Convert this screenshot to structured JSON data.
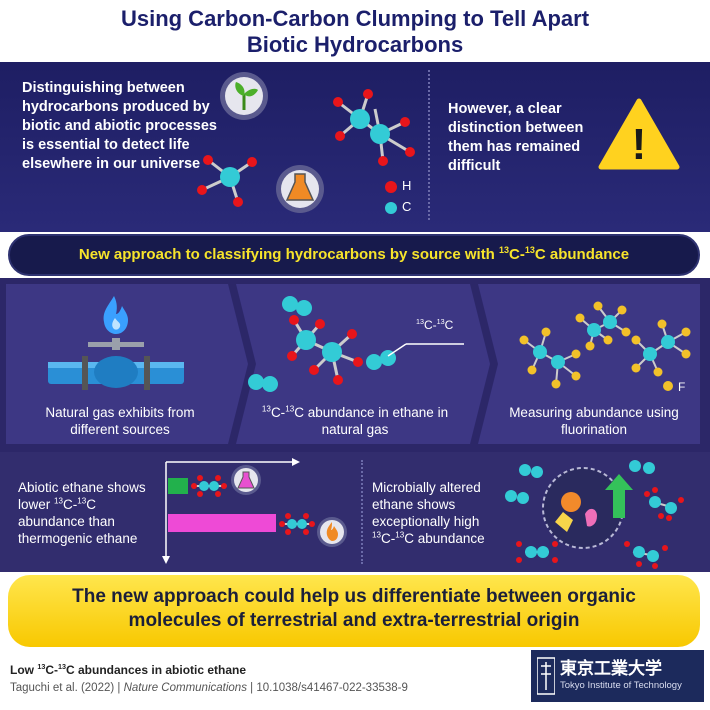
{
  "title": {
    "line1": "Using Carbon-Carbon Clumping to Tell Apart",
    "line2": "Biotic Hydrocarbons"
  },
  "top": {
    "intro": "Distinguishing between hydrocarbons produced by biotic and abiotic processes is essential to detect life elsewhere in our universe",
    "however": "However, a clear distinction between them has remained difficult",
    "legend_h": "H",
    "legend_c": "C",
    "warning_glyph": "!"
  },
  "banner": {
    "prefix": "New approach to classifying hydrocarbons by source with ",
    "iso1": "13",
    "mid": "C-",
    "iso2": "13",
    "suffix": "C abundance"
  },
  "steps": {
    "s1": "Natural gas exhibits from different sources",
    "s2_label_iso1": "13",
    "s2_label_mid": "C-",
    "s2_label_iso2": "13",
    "s2_label_c": "C",
    "s2_a": "C-",
    "s2_b": "C abundance in ethane in natural gas",
    "s3": "Measuring abundance using fluorination",
    "legend_f": "F"
  },
  "lower": {
    "left_1": "Abiotic ethane shows lower ",
    "left_2": "C-",
    "left_3": "C abundance than thermogenic ethane",
    "right_1": "Microbially altered ethane shows exceptionally high ",
    "right_2": "C-",
    "right_3": "C abundance",
    "iso": "13"
  },
  "conclusion": {
    "line1": "The new approach could help us differentiate between organic",
    "line2": "molecules of terrestrial and extra-terrestrial origin"
  },
  "citation": {
    "title_pre": "Low ",
    "title_mid": "C-",
    "title_post": "C abundances in abiotic ethane",
    "authors": "Taguchi et al. (2022)",
    "journal": "Nature Communications",
    "doi": "10.1038/s41467-022-33538-9"
  },
  "logo": {
    "name": "東京工業大学",
    "sub": "Tokyo Institute of Technology"
  },
  "colors": {
    "hydrogen": "#e8151b",
    "carbon": "#33cbd6",
    "fluorine": "#f2c12a",
    "abiotic_bar": "#22b14c",
    "thermogenic_bar": "#ee4ad6"
  }
}
